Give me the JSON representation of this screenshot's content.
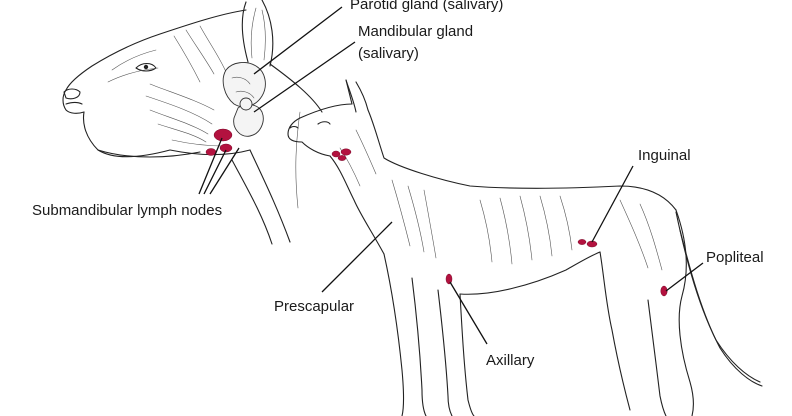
{
  "labels": {
    "parotid": "Parotid gland (salivary)",
    "mandibular_line1": "Mandibular gland",
    "mandibular_line2": "(salivary)",
    "submandibular": "Submandibular lymph nodes",
    "prescapular": "Prescapular",
    "axillary": "Axillary",
    "inguinal": "Inguinal",
    "popliteal": "Popliteal"
  },
  "colors": {
    "lymph_node": "#b3123f",
    "line_art": "#222222"
  }
}
